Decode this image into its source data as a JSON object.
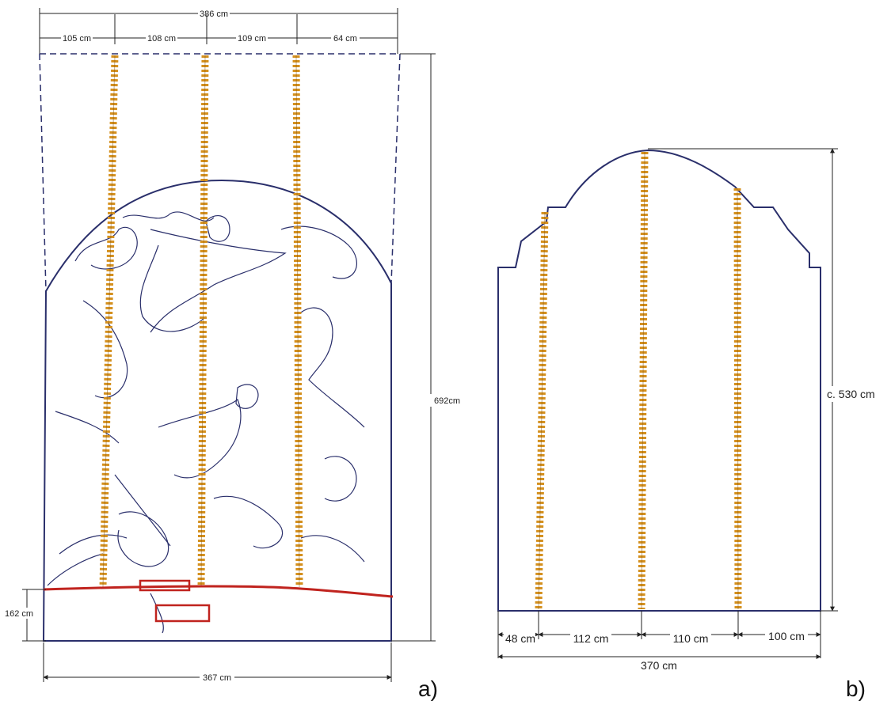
{
  "panel_a": {
    "label": "a)",
    "top_total": "386 cm",
    "top_segments": [
      "105 cm",
      "108 cm",
      "109 cm",
      "64 cm"
    ],
    "height": "692cm",
    "bottom_height": "162 cm",
    "bottom_width": "367 cm"
  },
  "panel_b": {
    "label": "b)",
    "height": "c. 530 cm",
    "bottom_segments": [
      "48 cm",
      "112 cm",
      "110 cm",
      "100 cm"
    ],
    "bottom_total": "370 cm"
  },
  "colors": {
    "outline": "#2a2f6b",
    "seam": "#d4901e",
    "seam_dark": "#8a5a12",
    "damage_line": "#c0231e"
  }
}
